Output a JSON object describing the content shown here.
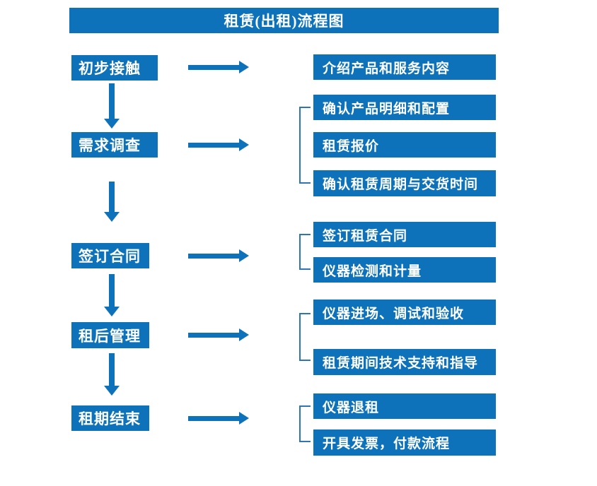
{
  "title": "租赁(出租)流程图",
  "colors": {
    "primary": "#0D72BA",
    "bracket": "#2E75B6",
    "text": "#FFFFFF",
    "background": "#FFFFFF"
  },
  "stages": [
    {
      "label": "初步接触",
      "outputs": [
        "介绍产品和服务内容"
      ]
    },
    {
      "label": "需求调查",
      "outputs": [
        "确认产品明细和配置",
        "租赁报价",
        "确认租赁周期与交货时间"
      ]
    },
    {
      "label": "签订合同",
      "outputs": [
        "签订租赁合同",
        "仪器检测和计量"
      ]
    },
    {
      "label": "租后管理",
      "outputs": [
        "仪器进场、调试和验收",
        "租赁期间技术支持和指导"
      ]
    },
    {
      "label": "租期结束",
      "outputs": [
        "仪器退租",
        "开具发票，付款流程"
      ]
    }
  ]
}
